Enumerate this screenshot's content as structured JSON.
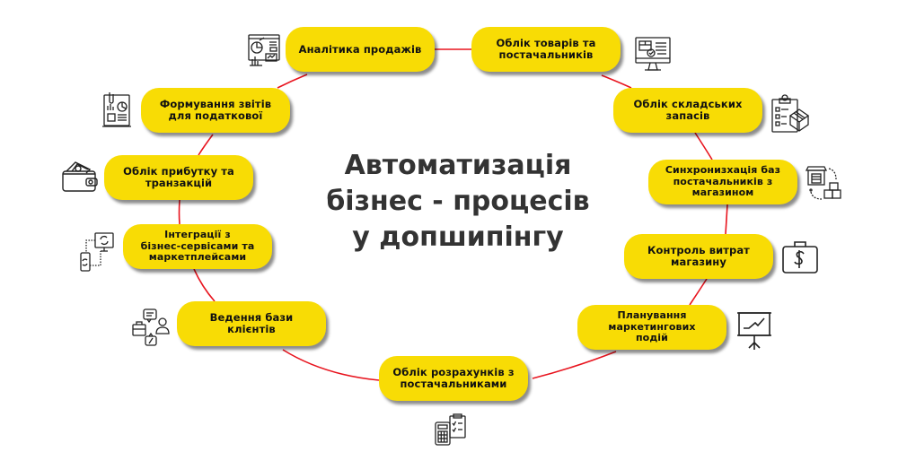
{
  "title": {
    "line1": "Автоматизація",
    "line2": "бізнес - процесів",
    "line3": "у допшипінгу"
  },
  "colors": {
    "pill_fill": "#f8dc05",
    "link_line": "#e8141e",
    "title_text": "#333333",
    "pill_text": "#111111",
    "icon_stroke": "#222222"
  },
  "nodes": [
    {
      "id": "sales-analytics",
      "label": "Аналітика продажів",
      "icon": "analytics-dashboard-icon"
    },
    {
      "id": "goods-suppliers",
      "label": "Облік товарів та постачальників",
      "icon": "monitor-package-check-icon"
    },
    {
      "id": "warehouse-stock",
      "label": "Облік складських запасів",
      "icon": "clipboard-box-icon"
    },
    {
      "id": "supplier-sync",
      "label": "Синхронизхація баз постачальників з магазином",
      "icon": "store-boxes-sync-icon"
    },
    {
      "id": "expense-control",
      "label": "Контроль витрат магазину",
      "icon": "briefcase-dollar-icon"
    },
    {
      "id": "marketing-planning",
      "label": "Планування маркетингових подій",
      "icon": "presentation-chart-icon"
    },
    {
      "id": "supplier-settlements",
      "label": "Облік розрахунків з постачальниками",
      "icon": "calculator-checklist-icon"
    },
    {
      "id": "client-database",
      "label": "Ведення бази клієнтів",
      "icon": "client-chat-briefcase-icon"
    },
    {
      "id": "integrations",
      "label": "Інтеграції з бізнес-сервісами та маркетплейсами",
      "icon": "device-sync-icon"
    },
    {
      "id": "profit-transactions",
      "label": "Облік прибутку та транзакцій",
      "icon": "wallet-money-icon"
    },
    {
      "id": "tax-reports",
      "label": "Формування звітів для податкової",
      "icon": "report-document-icon"
    }
  ],
  "node_lines": {
    "sales-analytics": [
      "Аналітика продажів"
    ],
    "goods-suppliers": [
      "Облік товарів та",
      "постачальників"
    ],
    "warehouse-stock": [
      "Облік складських",
      "запасів"
    ],
    "supplier-sync": [
      "Синхронизхація баз",
      "постачальників з",
      "магазином"
    ],
    "expense-control": [
      "Контроль витрат",
      "магазину"
    ],
    "marketing-planning": [
      "Планування",
      "маркетингових",
      "подій"
    ],
    "supplier-settlements": [
      "Облік розрахунків з",
      "постачальниками"
    ],
    "client-database": [
      "Ведення бази",
      "клієнтів"
    ],
    "integrations": [
      "Інтеграції з",
      "бізнес-сервісами та",
      "маркетплейсами"
    ],
    "profit-transactions": [
      "Облік прибутку та",
      "транзакцій"
    ],
    "tax-reports": [
      "Формування звітів",
      "для податкової"
    ]
  }
}
